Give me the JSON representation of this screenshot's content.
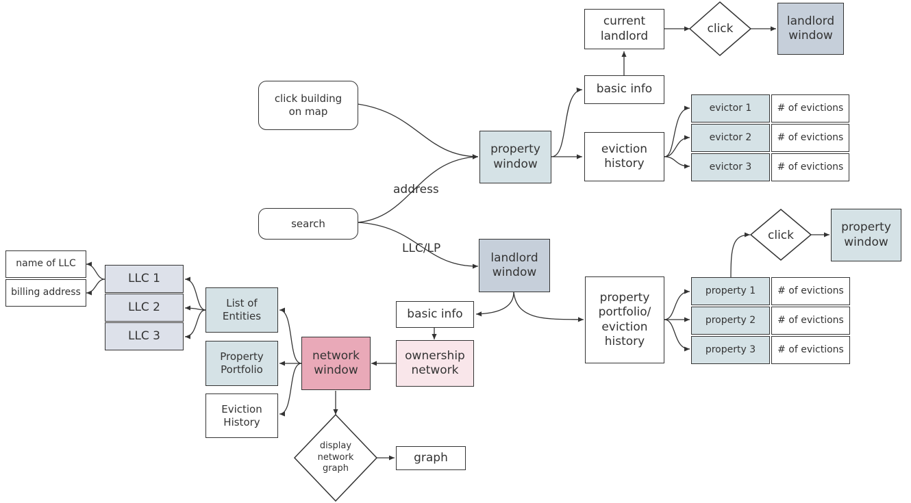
{
  "nodes": {
    "current_landlord": "current\nlandlord",
    "click_top": "click",
    "landlord_window_top": "landlord\nwindow",
    "click_building": "click building\non map",
    "basic_info_top": "basic info",
    "property_window_top": "property\nwindow",
    "eviction_history_top": "eviction\nhistory",
    "evictor_1": "evictor 1",
    "evictor_2": "evictor 2",
    "evictor_3": "evictor 3",
    "evictions_count": "# of evictions",
    "search": "search",
    "landlord_window_mid": "landlord\nwindow",
    "click_right": "click",
    "property_window_right": "property\nwindow",
    "name_of_llc": "name of LLC",
    "billing_address": "billing address",
    "llc_1": "LLC 1",
    "llc_2": "LLC 2",
    "llc_3": "LLC 3",
    "list_of_entities": "List of\nEntities",
    "basic_info_mid": "basic info",
    "property_portfolio_history": "property\nportfolio/\neviction\nhistory",
    "property_1": "property 1",
    "property_2": "property 2",
    "property_3": "property 3",
    "property_portfolio": "Property\nPortfolio",
    "network_window": "network\nwindow",
    "ownership_network": "ownership\nnetwork",
    "eviction_history_low": "Eviction\nHistory",
    "display_network_graph": "display\nnetwork\ngraph",
    "graph": "graph"
  },
  "edge_labels": {
    "address": "address",
    "llc_lp": "LLC/LP"
  },
  "colors": {
    "stroke": "#333333",
    "blue_fill": "#d5e2e6",
    "slate_fill": "#c6cfda",
    "lavender_fill": "#dde1ea",
    "pink_fill": "#e9a9b8",
    "light_pink_fill": "#f9e6ea"
  }
}
